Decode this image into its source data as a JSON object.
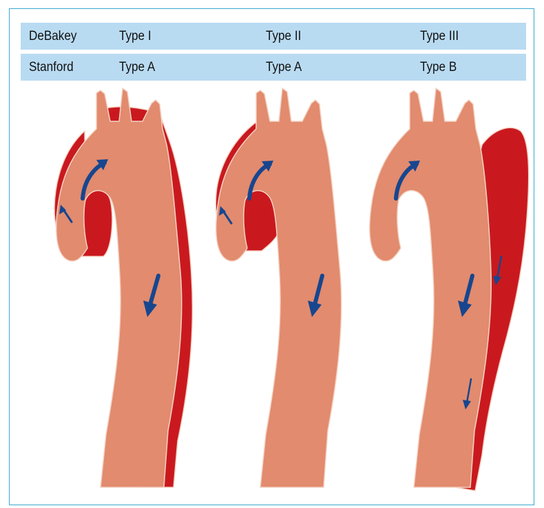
{
  "table": {
    "rows": [
      {
        "label": "DeBakey",
        "values": [
          "Type I",
          "Type II",
          "Type III"
        ]
      },
      {
        "label": "Stanford",
        "values": [
          "Type A",
          "Type A",
          "Type B"
        ]
      }
    ]
  },
  "colors": {
    "frame": "#39a9cf",
    "header_bg": "#b9dbf2",
    "aorta": "#e28b6e",
    "dissection": "#c9191f",
    "outline": "#f5d3c4",
    "arrow": "#17468f"
  },
  "diagrams": [
    {
      "classification": "Type I / Type A",
      "false_lumen": "ascending-arch-descending"
    },
    {
      "classification": "Type II / Type A",
      "false_lumen": "ascending"
    },
    {
      "classification": "Type III / Type B",
      "false_lumen": "descending"
    }
  ]
}
